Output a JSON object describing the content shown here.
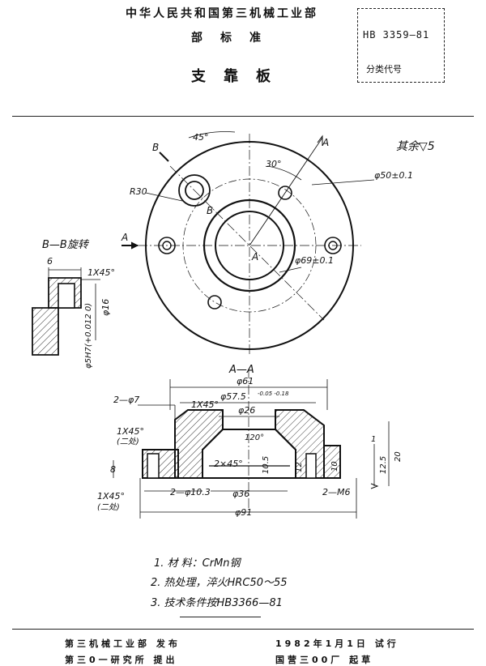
{
  "header": {
    "ministry": "中华人民共和国第三机械工业部",
    "level": "部标准",
    "title": "支靠板",
    "standard_no": "HB 3359—81",
    "classification_label": "分类代号"
  },
  "drawing": {
    "top_view": {
      "roughness_note": "其余▽5",
      "angle_45": "45°",
      "angle_30": "30°",
      "radius": "R30",
      "dia_50": "φ50±0.1",
      "dia_69": "φ69±0.1",
      "mark_a": "A",
      "mark_b": "B"
    },
    "section_bb": {
      "title": "B—B旋转",
      "dim_6": "6",
      "chamfer": "1X45°",
      "dia_16": "φ16",
      "dia_5h7": "φ5H7(+0.012 0)"
    },
    "section_aa": {
      "title": "A—A",
      "dia_61": "φ61",
      "dia_57_5": "φ57.5",
      "tol_57_5": "-0.05 -0.18",
      "holes_2_phi7": "2—φ7",
      "chamfer_top": "1X45°",
      "dia_26": "φ26",
      "angle_120": "120°",
      "chamfer_left": "1X45°",
      "two_places_1": "(二处)",
      "chamfer_bottom_left": "1X45°",
      "two_places_2": "(二处)",
      "chamfer_2x45": "2×45°",
      "dim_8": "8",
      "dim_10_5": "10.5",
      "dim_12": "12",
      "dim_10": "10",
      "dim_12_5": "12.5",
      "dim_20": "20",
      "dim_1": "1",
      "holes_2_phi10_3": "2—φ10.3",
      "dia_36": "φ36",
      "threads_2_m6": "2—M6",
      "dia_91": "φ91"
    }
  },
  "notes": [
    "1. 材 料：CrMn钢",
    "2. 热处理，淬火HRC50～55",
    "3. 技术条件按HB3366—81"
  ],
  "footer": {
    "issuer": "第三机械工业部 发布",
    "date": "1982年1月1日 试行",
    "proposer": "第三0一研究所 提出",
    "drafter": "国营三00厂 起草"
  }
}
